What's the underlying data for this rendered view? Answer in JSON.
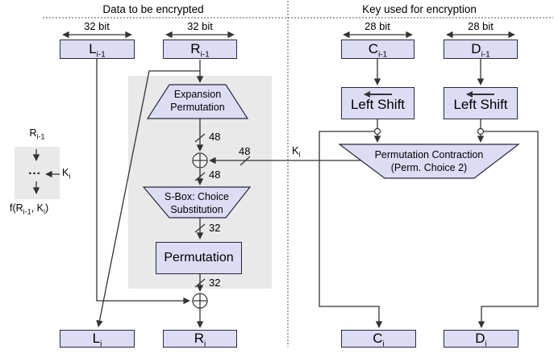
{
  "header": {
    "left_title": "Data to be encrypted",
    "right_title": "Key used for encryption"
  },
  "bit_widths": {
    "l": "32 bit",
    "r": "32 bit",
    "c": "28 bit",
    "d": "28 bit"
  },
  "registers": {
    "l_prev": {
      "main": "L",
      "sub": "i-1"
    },
    "r_prev": {
      "main": "R",
      "sub": "i-1"
    },
    "c_prev": {
      "main": "C",
      "sub": "i-1"
    },
    "d_prev": {
      "main": "D",
      "sub": "i-1"
    },
    "l_next": {
      "main": "L",
      "sub": "i"
    },
    "r_next": {
      "main": "R",
      "sub": "i"
    },
    "c_next": {
      "main": "C",
      "sub": "i"
    },
    "d_next": {
      "main": "D",
      "sub": "i"
    }
  },
  "blocks": {
    "expansion_line1": "Expansion",
    "expansion_line2": "Permutation",
    "sbox_line1": "S-Box: Choice",
    "sbox_line2": "Substitution",
    "permutation": "Permutation",
    "left_shift_c": "Left Shift",
    "left_shift_d": "Left Shift",
    "perm_contraction_line1": "Permutation Contraction",
    "perm_contraction_line2": "(Perm. Choice 2)"
  },
  "wires": {
    "expansion_out": "48",
    "subkey_width": "48",
    "xor_out": "48",
    "sbox_out": "32",
    "perm_out": "32",
    "k": {
      "main": "K",
      "sub": "i"
    }
  },
  "legend": {
    "input": {
      "main": "R",
      "sub": "i-1"
    },
    "key": {
      "main": "K",
      "sub": "i"
    },
    "dots": "...",
    "f_parts": {
      "p1": "f(R",
      "s1": "i-1",
      "p2": ", K",
      "s2": "i",
      "p3": ")"
    }
  },
  "colors": {
    "box_fill": "#dcdcf5",
    "box_border": "#28283c",
    "line": "#333333",
    "panel_gray": "#e9e9e9"
  }
}
